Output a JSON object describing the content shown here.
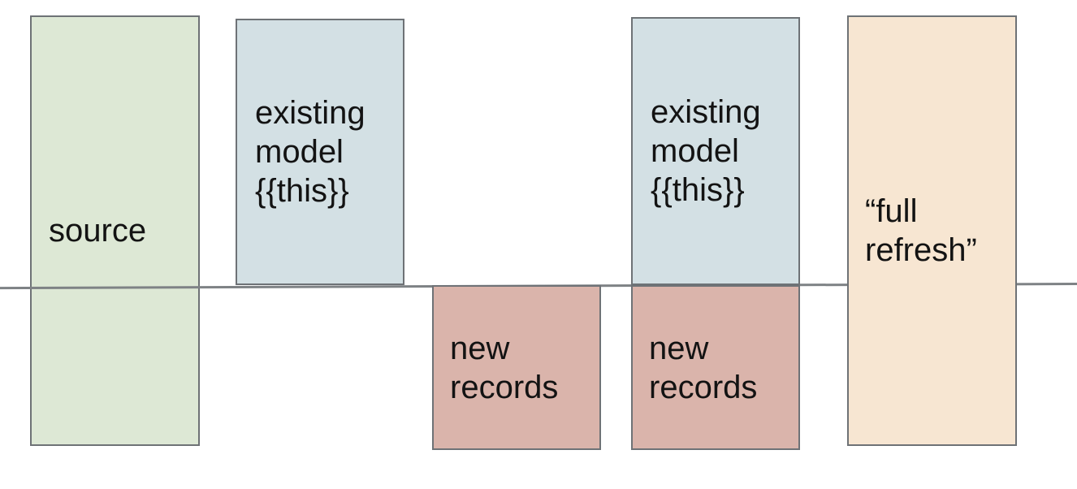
{
  "diagram": {
    "description": "incremental model materialization diagram",
    "background_color": "#ffffff",
    "divider_line_color": "#7e8285",
    "box_border_color": "#6e7276",
    "text_color": "#131313",
    "boxes": [
      {
        "id": "source",
        "label": "source",
        "fill": "#dde8d5"
      },
      {
        "id": "existing-model-1",
        "label": "existing model {{this}}",
        "fill": "#d3e0e4"
      },
      {
        "id": "new-records-1",
        "label": "new records",
        "fill": "#dab4ab"
      },
      {
        "id": "existing-model-2",
        "label": "existing model {{this}}",
        "fill": "#d3e0e4"
      },
      {
        "id": "new-records-2",
        "label": "new records",
        "fill": "#dab4ab"
      },
      {
        "id": "full-refresh",
        "label": "“full refresh”",
        "fill": "#f7e6d2"
      }
    ]
  }
}
